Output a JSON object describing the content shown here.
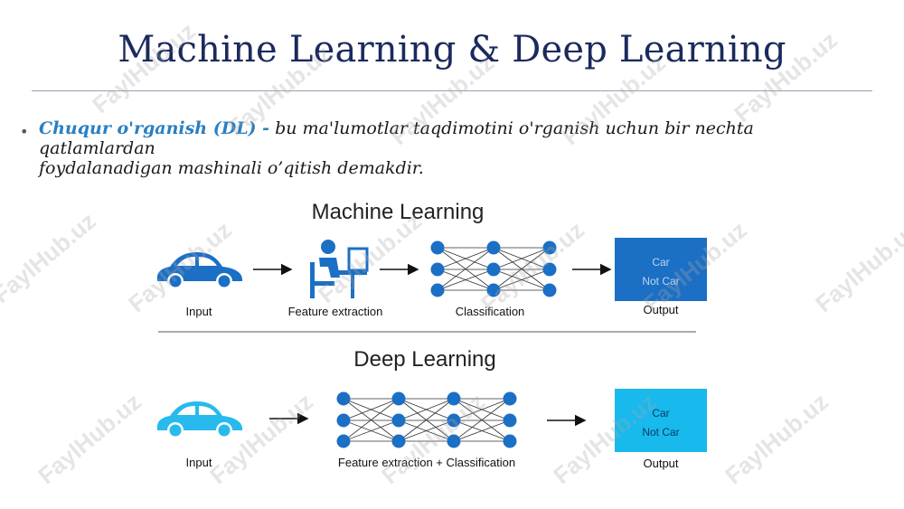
{
  "slide": {
    "title": "Machine Learning & Deep Learning",
    "bullet": {
      "term": "Chuqur o'rganish (DL) -",
      "text_line1": " bu ma'lumotlar taqdimotini o'rganish uchun bir nechta qatlamlardan",
      "text_line2": "foydalanadigan mashinali o’qitish demakdir."
    }
  },
  "diagram": {
    "ml": {
      "heading": "Machine Learning",
      "labels": {
        "input": "Input",
        "feature": "Feature extraction",
        "classification": "Classification",
        "output": "Output"
      },
      "output_box": {
        "car": "Car",
        "not_car": "Not Car",
        "color": "#1b6fc4"
      }
    },
    "dl": {
      "heading": "Deep Learning",
      "labels": {
        "input": "Input",
        "feature_classification": "Feature extraction + Classification",
        "output": "Output"
      },
      "output_box": {
        "car": "Car",
        "not_car": "Not Car",
        "color": "#18b9ec"
      }
    }
  },
  "watermark": {
    "text": "FaylHub.uz"
  },
  "colors": {
    "title": "#1b2a5e",
    "term": "#2a7fc1",
    "ml_car": "#1b6fc4",
    "dl_car": "#28baec",
    "node": "#1b6fc4"
  }
}
